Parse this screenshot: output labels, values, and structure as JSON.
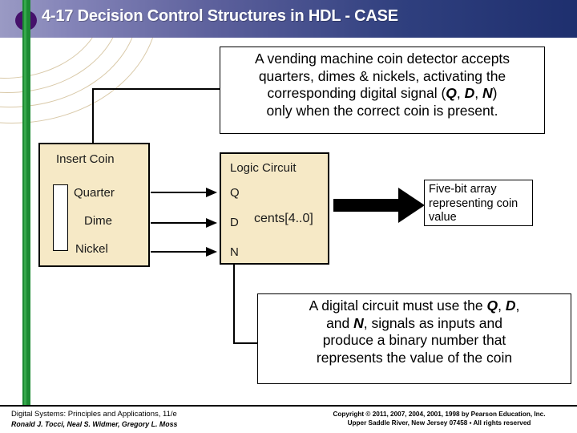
{
  "slide": {
    "title": "4-17 Decision Control Structures in HDL - CASE",
    "bullet_color": "#45116b",
    "band_gradient_from": "#9a9ac4",
    "band_gradient_to": "#1e2f6e",
    "accent_bar_color": "#1c8b33"
  },
  "callouts": {
    "top": {
      "line1": "A vending machine coin detector accepts",
      "line2": "quarters, dimes & nickels, activating the",
      "line3_pre": "corresponding digital signal (",
      "line3_sig1": "Q",
      "line3_sep1": ", ",
      "line3_sig2": "D",
      "line3_sep2": ", ",
      "line3_sig3": "N",
      "line3_post": ")",
      "line4": "only when the correct coin is present."
    },
    "bottom": {
      "line1_pre": "A digital circuit must use the ",
      "line1_sig1": "Q",
      "line1_sep1": ", ",
      "line1_sig2": "D",
      "line1_post": ",",
      "line2_pre": "and ",
      "line2_sig": "N",
      "line2_post": ", signals as inputs and",
      "line3": "produce a binary number that",
      "line4": "represents the value of the coin"
    }
  },
  "diagram": {
    "coin_box": {
      "title": "Insert Coin",
      "inputs": [
        {
          "label": "Quarter"
        },
        {
          "label": "Dime"
        },
        {
          "label": "Nickel"
        }
      ]
    },
    "logic_box": {
      "title": "Logic Circuit",
      "signals": [
        "Q",
        "D",
        "N"
      ],
      "bus_label": "cents[4..0]"
    },
    "output_box": {
      "line1": "Five-bit array",
      "line2": "representing coin",
      "line3": "value"
    }
  },
  "footer": {
    "left_line1": "Digital Systems: Principles and Applications, 11/e",
    "left_line2": "Ronald J. Tocci, Neal S. Widmer, Gregory L. Moss",
    "right_line1": "Copyright © 2011, 2007, 2004, 2001, 1998  by Pearson Education, Inc.",
    "right_line2": "Upper Saddle River, New Jersey 07458 ▪ All rights reserved"
  }
}
